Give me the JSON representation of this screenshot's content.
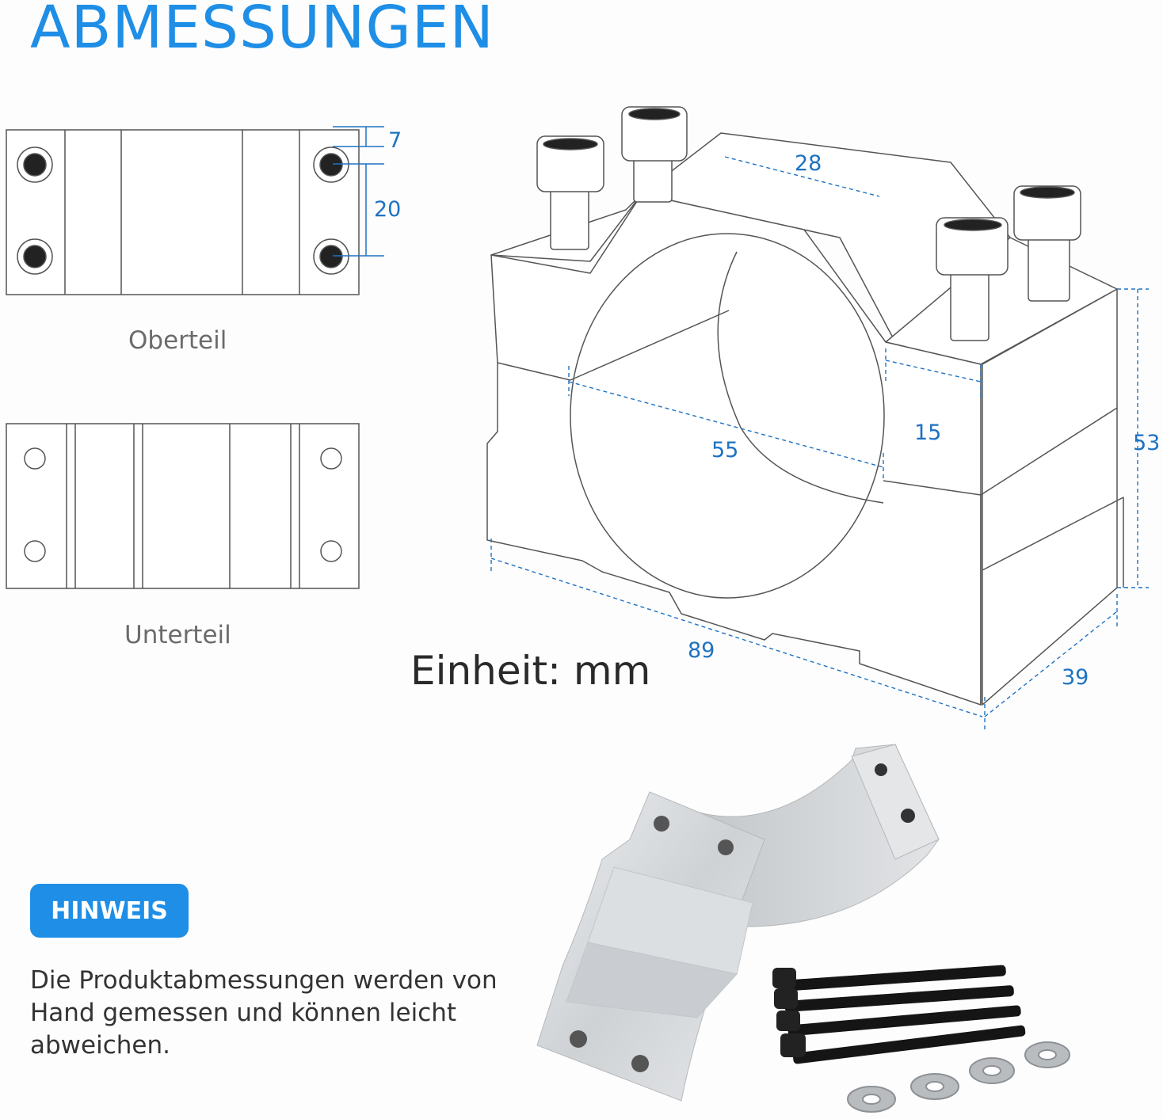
{
  "title": "ABMESSUNGEN",
  "top_view": {
    "caption": "Oberteil",
    "dim_edge": "7",
    "dim_pitch": "20"
  },
  "bottom_view": {
    "caption": "Unterteil"
  },
  "iso_view": {
    "dims": {
      "top_width": "28",
      "inner_diameter": "55",
      "step_width": "15",
      "height": "53",
      "length": "89",
      "depth": "39"
    }
  },
  "unit_label": "Einheit: mm",
  "hint": {
    "badge": "HINWEIS",
    "text": "Die Produktabmessungen werden von Hand gemessen und können leicht abweichen."
  },
  "colors": {
    "accent": "#1e8ee6",
    "dim_line": "#1e72c2",
    "aluminium": "#d8dadc"
  },
  "icons": [
    "top-view-plate",
    "bottom-view-plate",
    "isometric-clamp",
    "clamp-photo",
    "bolt-icon",
    "washer-icon"
  ]
}
